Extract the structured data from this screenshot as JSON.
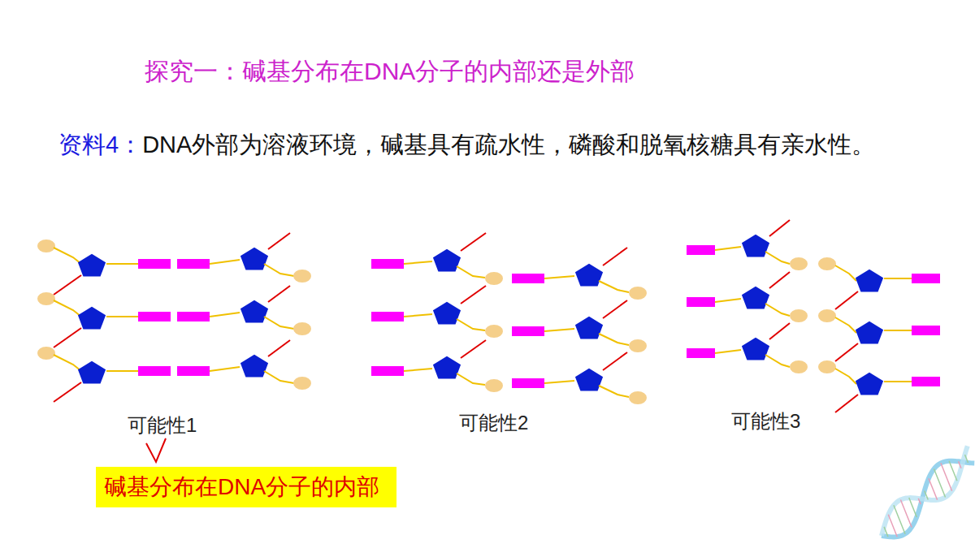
{
  "diagram": {
    "title": "探究一：碱基分布在DNA分子的内部还是外部",
    "nodes": [
      {
        "text": [
          "碱基分布在DNA分子的内部"
        ]
      }
    ],
    "labels": [
      "资料4：",
      "DNA外部为溶液环境，碱基具有疏水性，磷酸和脱氧核糖具有亲水性。",
      "可能性1",
      "可能性2",
      "可能性3"
    ]
  }
}
